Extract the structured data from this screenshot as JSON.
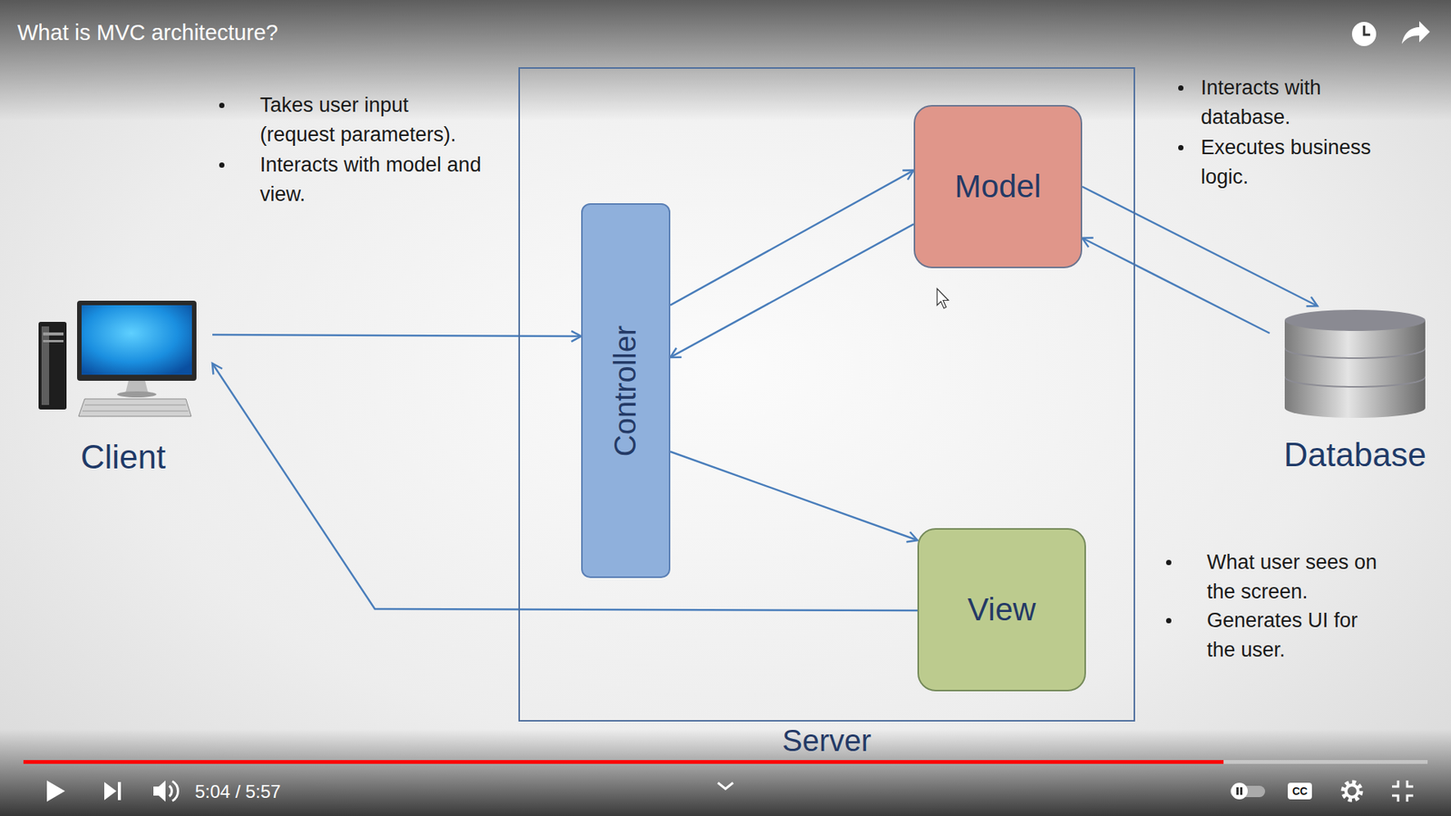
{
  "diagram": {
    "title": "What is MVC architecture?",
    "nodes": [
      {
        "text": [
          "Client"
        ]
      },
      {
        "text": [
          "Server"
        ]
      },
      {
        "text": [
          "Controller"
        ],
        "in": 1
      },
      {
        "text": [
          "Model"
        ],
        "in": 1
      },
      {
        "text": [
          "View"
        ],
        "in": 1
      },
      {
        "text": [
          "Database"
        ]
      }
    ],
    "edges": [
      {
        "from": 0,
        "to": 2,
        "arrow": "to"
      },
      {
        "from": 2,
        "to": 3,
        "arrow": "to"
      },
      {
        "from": 3,
        "to": 2,
        "arrow": "to"
      },
      {
        "from": 2,
        "to": 4,
        "arrow": "to"
      },
      {
        "from": 4,
        "to": 0,
        "arrow": "to"
      },
      {
        "from": 3,
        "to": 5,
        "arrow": "to"
      },
      {
        "from": 5,
        "to": 3,
        "arrow": "to"
      }
    ],
    "labels": [
      "Takes user input (request parameters).",
      "Interacts with model and view.",
      "Interacts with database.",
      "Executes business logic.",
      "What user sees on the screen.",
      "Generates UI for the user.",
      "5:04 / 5:57",
      "CC"
    ]
  }
}
